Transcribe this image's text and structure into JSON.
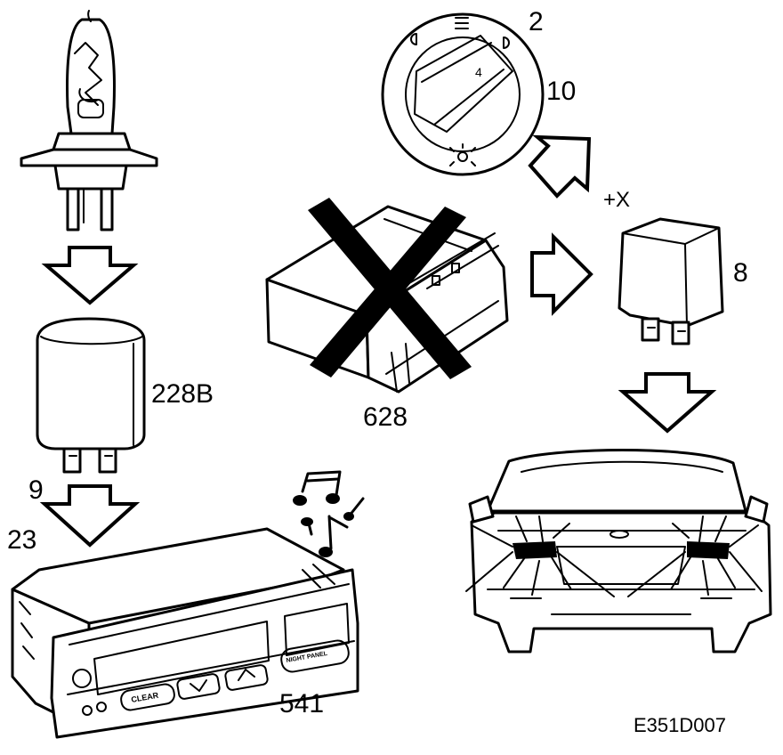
{
  "labels": {
    "bulb_relay": "228B",
    "switch_pos_2": "2",
    "switch_pos_10": "10",
    "plus_x": "+X",
    "relay_8": "8",
    "module_628": "628",
    "label_9": "9",
    "label_23": "23",
    "display_541": "541",
    "figure_code": "E351D007"
  },
  "display_buttons": {
    "clear": "CLEAR",
    "night_panel": "NIGHT PANEL"
  },
  "icons": [
    "bulb-icon",
    "light-switch-icon",
    "relay-icon",
    "control-module-icon",
    "cross-icon",
    "arrow-icon",
    "info-display-icon",
    "music-notes-icon",
    "car-front-icon"
  ]
}
